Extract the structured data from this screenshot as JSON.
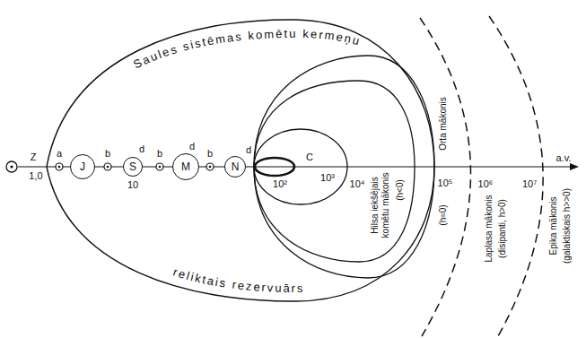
{
  "diagram": {
    "nodes": [
      {
        "text": [
          "J"
        ]
      },
      {
        "text": [
          "S"
        ]
      },
      {
        "text": [
          "M"
        ]
      },
      {
        "text": [
          "N"
        ]
      }
    ],
    "labels": [
      "Saules sistēmas komētu kermeņu",
      "reliktais rezervuārs",
      "Z",
      "1,0",
      "a",
      "b",
      "d",
      "10",
      "b",
      "d",
      "b",
      "d",
      "C",
      "10²",
      "10³",
      "10⁴",
      "Hilsa iekšējais komētu mākonis",
      "(h<0)",
      "Orta mākonis",
      "10⁵",
      "(h≈0)",
      "Laplasa mākonis",
      "(disipanti, h>0)",
      "10⁶",
      "Epika mākonis",
      "(galaktiskais h>>0)",
      "10⁷",
      "a.v."
    ]
  }
}
